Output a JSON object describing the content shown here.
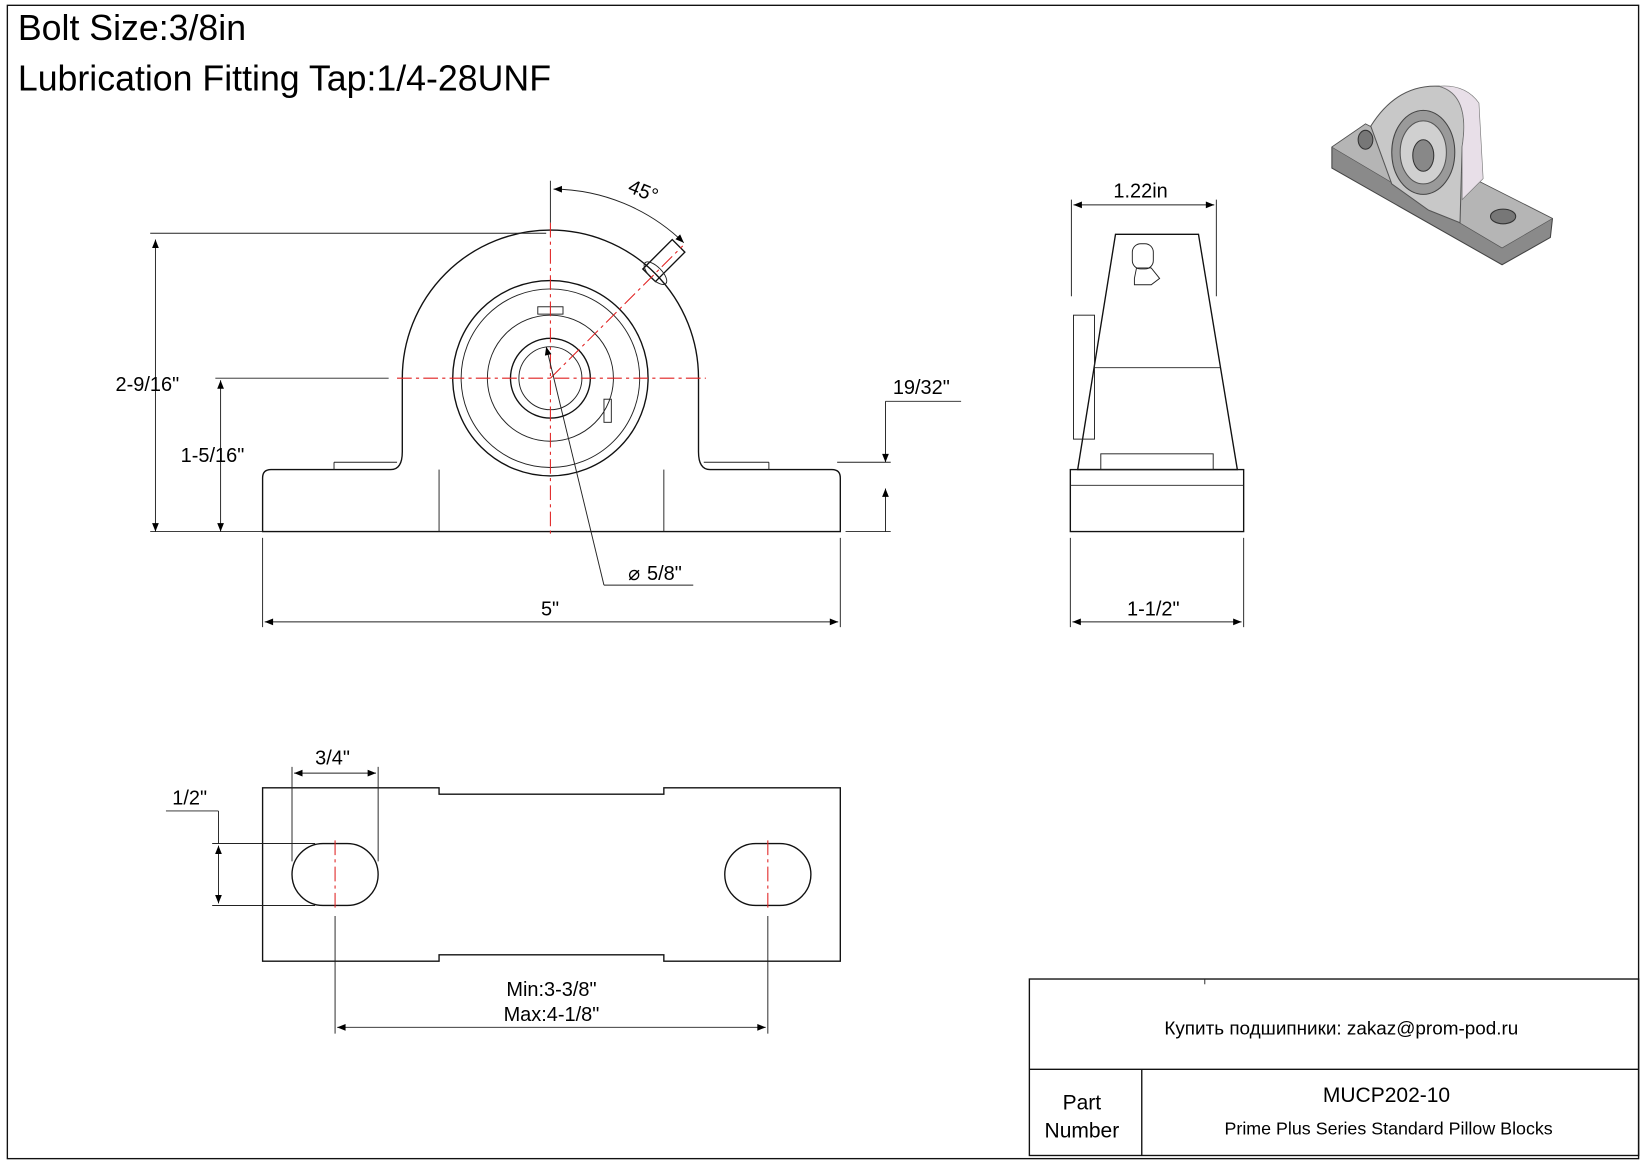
{
  "header": {
    "bolt_size": "Bolt Size:3/8in",
    "lube_tap": "Lubrication Fitting Tap:1/4-28UNF"
  },
  "dimensions": {
    "angle": "45°",
    "overall_height": "2-9/16\"",
    "center_height": "1-5/16\"",
    "base_thickness": "19/32\"",
    "bore": "5/8\"",
    "length": "5\"",
    "width_top": "1.22in",
    "base_width": "1-1/2\"",
    "slot_length": "3/4\"",
    "slot_width": "1/2\"",
    "bolt_min": "Min:3-3/8\"",
    "bolt_max": "Max:4-1/8\""
  },
  "title_block": {
    "contact": "Купить подшипники: zakaz@prom-pod.ru",
    "part_label_1": "Part",
    "part_label_2": "Number",
    "part_number": "MUCP202-10",
    "description": "Prime Plus Series Standard Pillow Blocks"
  },
  "colors": {
    "centerline": "#e02020"
  }
}
